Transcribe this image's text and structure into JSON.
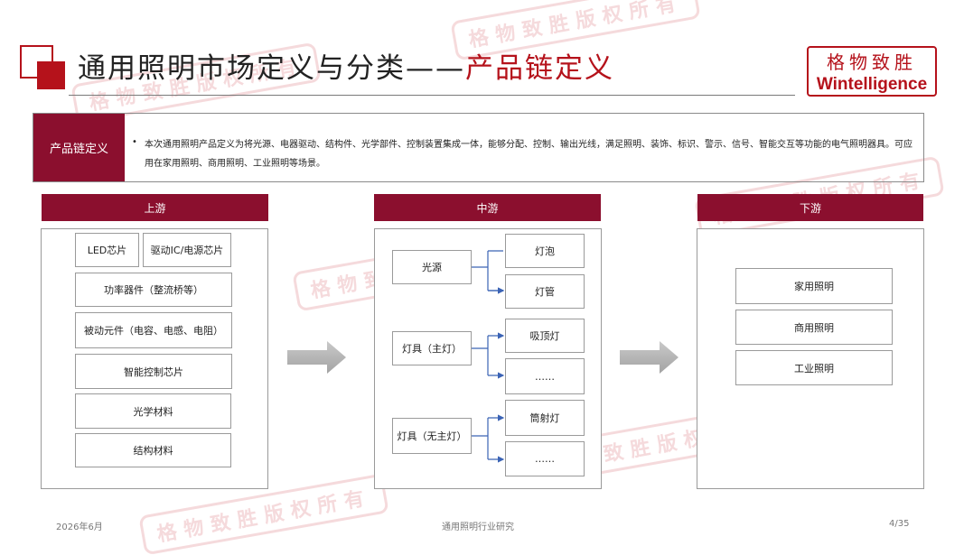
{
  "header": {
    "title_main": "通用照明市场定义与分类——",
    "title_accent": "产品链定义",
    "brand_cn": "格物致胜",
    "brand_en": "Wintelligence"
  },
  "definition": {
    "label": "产品链定义",
    "bullet": "•",
    "text": "本次通用照明产品定义为将光源、电器驱动、结构件、光学部件、控制装置集成一体，能够分配、控制、输出光线，满足照明、装饰、标识、警示、信号、智能交互等功能的电气照明器具。可应用在家用照明、商用照明、工业照明等场景。"
  },
  "upstream": {
    "title": "上游",
    "items": [
      "LED芯片",
      "驱动IC/电源芯片",
      "功率器件（整流桥等）",
      "被动元件（电容、电感、电阻）",
      "智能控制芯片",
      "光学材料",
      "结构材料"
    ]
  },
  "midstream": {
    "title": "中游",
    "groups": [
      {
        "name": "光源",
        "children": [
          "灯泡",
          "灯管"
        ]
      },
      {
        "name": "灯具（主灯）",
        "children": [
          "吸顶灯",
          "……"
        ]
      },
      {
        "name": "灯具（无主灯）",
        "children": [
          "筒射灯",
          "……"
        ]
      }
    ]
  },
  "downstream": {
    "title": "下游",
    "items": [
      "家用照明",
      "商用照明",
      "工业照明"
    ]
  },
  "footer": {
    "date": "2026年6月",
    "center": "通用照明行业研究",
    "page": "4/35"
  },
  "watermark": "格物致胜版权所有",
  "colors": {
    "brand_red": "#b5121b",
    "header_maroon": "#8b0f2e",
    "connector_blue": "#3b63b5",
    "arrow_gray": "#b3b3b3"
  }
}
